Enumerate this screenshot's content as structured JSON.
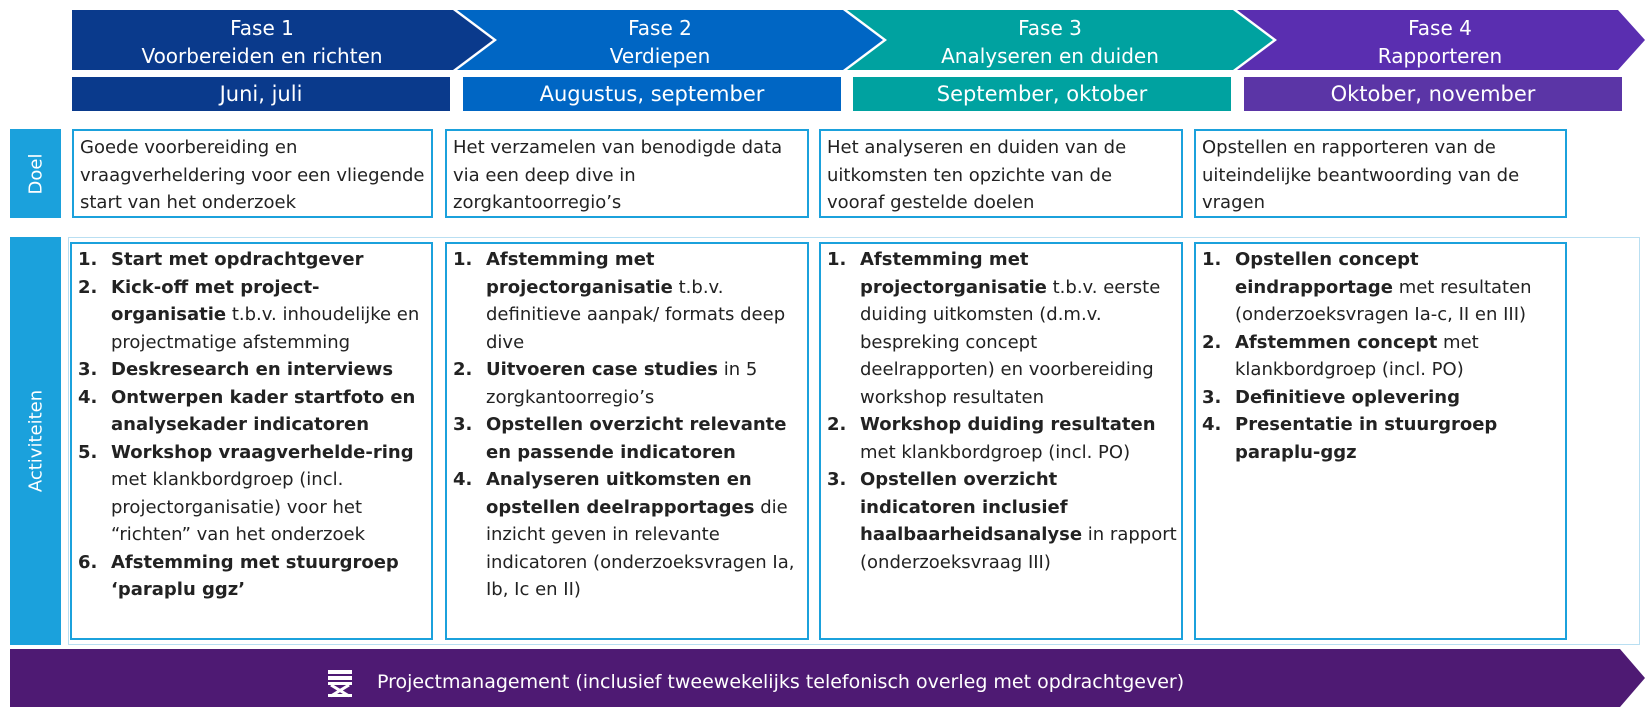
{
  "phases": [
    {
      "title_line1": "Fase 1",
      "title_line2": "Voorbereiden en richten",
      "period": "Juni, juli",
      "color": "#0a3a8c",
      "bar_color": "#0a3a8c"
    },
    {
      "title_line1": "Fase 2",
      "title_line2": "Verdiepen",
      "period": "Augustus, september",
      "color": "#0066c4",
      "bar_color": "#0066c4"
    },
    {
      "title_line1": "Fase 3",
      "title_line2": "Analyseren en duiden",
      "period": "September, oktober",
      "color": "#00a2a0",
      "bar_color": "#00a2a0"
    },
    {
      "title_line1": "Fase 4",
      "title_line2": "Rapporteren",
      "period": "Oktober, november",
      "color": "#5a2eb0",
      "bar_color": "#5b35a6"
    }
  ],
  "labels": {
    "doel": "Doel",
    "activiteiten": "Activiteiten"
  },
  "doel": [
    "Goede voorbereiding en vraagverheldering voor een vliegende start van het onderzoek",
    "Het verzamelen van benodigde data via een deep dive in zorgkantoorregio’s",
    "Het analyseren en duiden van de uitkomsten ten opzichte van de vooraf gestelde doelen",
    "Opstellen en rapporteren van de uiteindelijke beantwoording van de vragen"
  ],
  "activities": [
    [
      {
        "num": "1.",
        "bold": "Start met opdrachtgever",
        "rest": ""
      },
      {
        "num": "2.",
        "bold": "Kick-off met project-organisatie",
        "rest": " t.b.v. inhoudelijke en projectmatige afstemming"
      },
      {
        "num": "3.",
        "bold": "Deskresearch en interviews",
        "rest": ""
      },
      {
        "num": "4.",
        "bold": "Ontwerpen kader startfoto en analysekader indicatoren",
        "rest": ""
      },
      {
        "num": "5.",
        "bold": "Workshop vraagverhelde-ring",
        "rest": " met klankbordgroep (incl. projectorganisatie) voor het “richten” van het onderzoek"
      },
      {
        "num": "6.",
        "bold": "Afstemming met stuurgroep ‘paraplu ggz’",
        "rest": ""
      }
    ],
    [
      {
        "num": "1.",
        "bold": "Afstemming met projectorganisatie",
        "rest": " t.b.v. definitieve aanpak/ formats deep dive"
      },
      {
        "num": "2.",
        "bold": "Uitvoeren case studies",
        "rest": " in 5 zorgkantoorregio’s"
      },
      {
        "num": "3.",
        "bold": "Opstellen overzicht relevante en passende indicatoren",
        "rest": ""
      },
      {
        "num": "4.",
        "bold": "Analyseren uitkomsten en opstellen deelrapportages",
        "rest": " die inzicht geven in relevante indicatoren (onderzoeksvragen Ia, Ib, Ic en II)"
      }
    ],
    [
      {
        "num": "1.",
        "bold": "Afstemming met projectorganisatie",
        "rest": " t.b.v. eerste duiding uitkomsten (d.m.v. bespreking concept deelrapporten) en voorbereiding workshop resultaten"
      },
      {
        "num": "2.",
        "bold": "Workshop duiding resultaten",
        "rest": " met klankbordgroep (incl. PO)"
      },
      {
        "num": "3.",
        "bold": "Opstellen overzicht indicatoren inclusief haalbaarheidsanalyse",
        "rest": " in rapport (onderzoeksvraag III)"
      }
    ],
    [
      {
        "num": "1.",
        "bold": "Opstellen concept eindrapportage",
        "rest": " met resultaten (onderzoeksvragen Ia-c, II en III)"
      },
      {
        "num": "2.",
        "bold": "Afstemmen concept",
        "rest": " met klankbordgroep (incl. PO)"
      },
      {
        "num": "3.",
        "bold": "Definitieve oplevering",
        "rest": ""
      },
      {
        "num": "4.",
        "bold": "Presentatie in stuurgroep paraplu-ggz",
        "rest": ""
      }
    ]
  ],
  "project_management": {
    "text": "Projectmanagement (inclusief tweewekelijks telefonisch overleg met opdrachtgever)",
    "icon": "directors-chair-icon",
    "color": "#4e1a73"
  },
  "accent_color": "#1ba1dc"
}
